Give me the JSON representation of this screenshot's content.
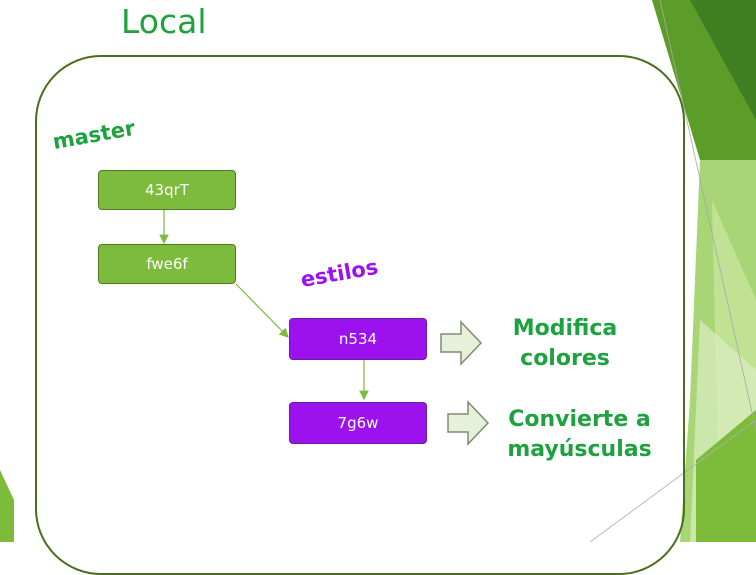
{
  "slide": {
    "title": "Local",
    "colors": {
      "title_green": "#1ea23f",
      "commit_green": "#7dbb3d",
      "commit_purple": "#9b12ef",
      "branch_purple": "#9b12ef",
      "panel_border": "#4a6e1a",
      "arrow_fill": "#e7f0d8",
      "arrow_stroke": "#7f8c70"
    }
  },
  "branches": {
    "master": "master",
    "estilos": "estilos"
  },
  "commits": [
    {
      "id": "43qrT",
      "branch": "master"
    },
    {
      "id": "fwe6f",
      "branch": "master"
    },
    {
      "id": "n534",
      "branch": "estilos"
    },
    {
      "id": "7g6w",
      "branch": "estilos"
    }
  ],
  "notes": [
    {
      "line1": "Modifica",
      "line2": "colores"
    },
    {
      "line1": "Convierte a",
      "line2": "mayúsculas"
    }
  ]
}
